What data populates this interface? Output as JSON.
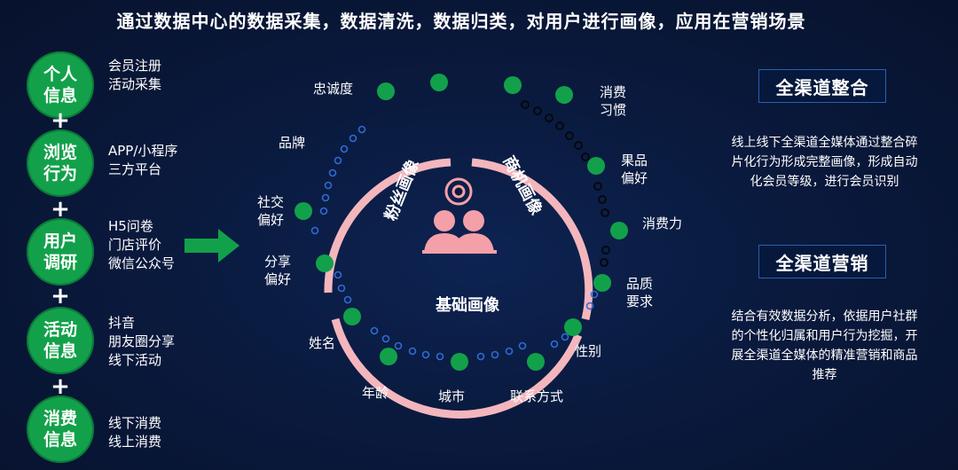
{
  "title": "通过数据中心的数据采集，数据清洗，数据归类，对用户进行画像，应用在营销场景",
  "left_column": [
    {
      "circle": "个人信息",
      "desc": "会员注册\n活动采集"
    },
    {
      "circle": "浏览行为",
      "desc": "APP/小程序\n三方平台"
    },
    {
      "circle": "用户调研",
      "desc": "H5问卷\n门店评价\n微信公众号"
    },
    {
      "circle": "活动信息",
      "desc": "抖音\n朋友圈分享\n线下活动"
    },
    {
      "circle": "消费信息",
      "desc": "线下消费\n线上消费"
    }
  ],
  "plus_sign": "+",
  "center": {
    "segment_fan": "粉丝画像",
    "segment_business": "商机画像",
    "segment_base": "基础画像"
  },
  "labels": {
    "loyalty": "忠诚度",
    "brand": "品牌",
    "social": "社交\n偏好",
    "share": "分享\n偏好",
    "name": "姓名",
    "age": "年龄",
    "city": "城市",
    "contact": "联系方式",
    "gender": "性别",
    "quality": "品质\n要求",
    "spending_power": "消费力",
    "fruit": "果品\n偏好",
    "habits": "消费\n习惯"
  },
  "right_panel": {
    "omni_integration_title": "全渠道整合",
    "omni_integration_text": "线上线下全渠道全媒体通过整合碎片化行为形成完整画像，形成自动化会员等级，进行会员识别",
    "omni_marketing_title": "全渠道营销",
    "omni_marketing_text": "结合有效数据分析，依据用户社群的个性化归属和用户行为挖掘，开展全渠道全媒体的精准营销和商品推荐"
  },
  "colors": {
    "background": "#0a1a3e",
    "green": "#12a14a",
    "ring": "#f4b6bd",
    "dot_blue": "#2f6bd6",
    "dot_black": "#05080f"
  }
}
